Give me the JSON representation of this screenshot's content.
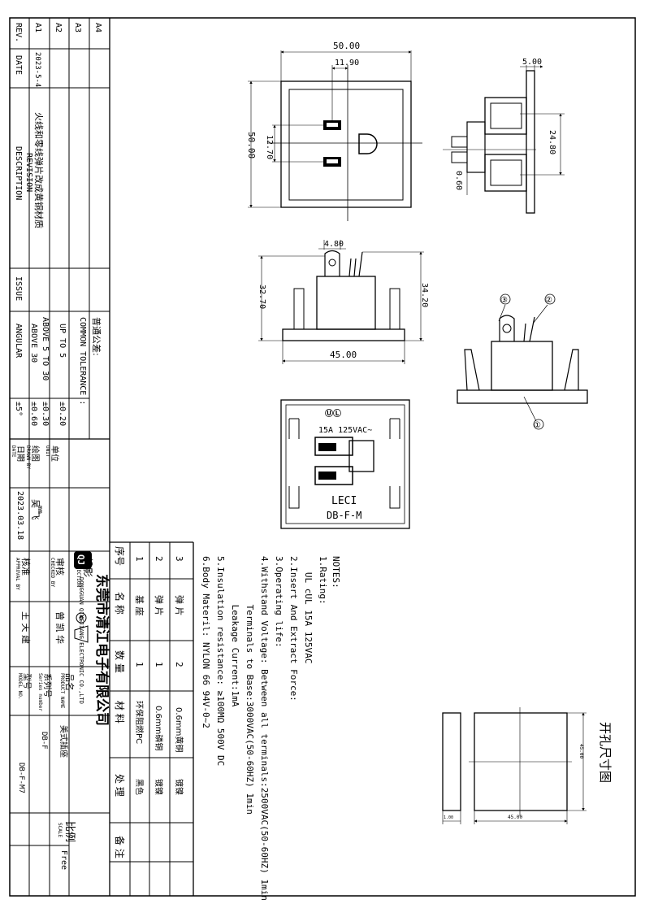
{
  "revision": {
    "rev_header": "REV.",
    "date_header": "DATE",
    "desc_header": "DESCRIPTION",
    "revision_label": "REVISION",
    "issue_label": "ISSUE",
    "rows": [
      {
        "rev": "A1",
        "date": "2023-5-4",
        "desc": "火线和零线弹片改成黄铜材质"
      },
      {
        "rev": "A2",
        "date": "",
        "desc": ""
      },
      {
        "rev": "A3",
        "date": "",
        "desc": ""
      },
      {
        "rev": "A4",
        "date": "",
        "desc": ""
      }
    ]
  },
  "tolerance": {
    "title_cn": "普通公差:",
    "title_en": "COMMON TOLERANCE :",
    "rows": [
      {
        "range": "UP TO 5",
        "value": "±0.20"
      },
      {
        "range": "ABOVE 5 TO 30",
        "value": "±0.30"
      },
      {
        "range": "ABOVE 30",
        "value": "±0.60"
      },
      {
        "range": "ANGULAR",
        "value": "±5°"
      }
    ]
  },
  "title_block": {
    "unit_cn": "单位",
    "unit_en": "UNIT",
    "unit_value": "mm",
    "drawn_cn": "绘图",
    "drawn_en": "DRAWN BY",
    "drawn_value": "吴 飞",
    "date_cn": "日期",
    "date_en": "DATE",
    "date_value": "2023.03.18",
    "projection_cn": "投影",
    "projection_en": "PROJECTION",
    "checked_cn": "审核",
    "checked_en": "CHECKED BY",
    "checked_value": "曾 凯 华",
    "approval_cn": "核准",
    "approval_en": "APPROVAL BY",
    "approval_value": "王 天 建",
    "company_cn": "东莞市清江电子有限公司",
    "company_en": "DONGGUAN QINGJIANG ELECTRONIC CO.,LTD",
    "logo_text": "QJ",
    "product_cn": "品名",
    "product_en": "PRODUCT NAME",
    "product_value": "美式插座",
    "series_cn": "系列号",
    "series_en": "Series number",
    "series_value": "DB-F",
    "model_cn": "型号",
    "model_en": "MODEL NO.",
    "model_value": "DB-F-M7",
    "scale_cn": "比例",
    "scale_en": "SCALE",
    "scale_value": "Free"
  },
  "bom": {
    "headers": [
      "序号",
      "名 称",
      "数 量",
      "材 料",
      "处 理",
      "备 注"
    ],
    "rows": [
      [
        "3",
        "弹 片",
        "2",
        "0.6mm黄铜",
        "镀镍",
        ""
      ],
      [
        "2",
        "弹 片",
        "1",
        "0.6mm磷铜",
        "镀镍",
        ""
      ],
      [
        "1",
        "基 座",
        "1",
        "环保阻燃PC",
        "黑色",
        ""
      ]
    ]
  },
  "notes": {
    "title": "NOTES:",
    "lines": [
      "1.Rating:",
      "   UL cUL 15A 125VAC",
      "2.Insert And Extract Force:",
      "3.Operating life:",
      "4.Withstand Voltage: Between all terminals:2500VAC(50-60HZ) 1min",
      "         Terminals to Base:3000VAC(50-60HZ) 1min",
      "         Leakage Current:1mA",
      "5.Insulation resistance: ≥100MΩ  500V  DC",
      "6.Body Materil: NYLON 66 94V-0~2"
    ]
  },
  "dimensions": {
    "front_width": "50.00",
    "front_height": "50.00",
    "slot_offset": "11.90",
    "slot_spacing": "12.70",
    "side_thickness": "5.00",
    "side_pin_height": "24.80",
    "side_pin_gap": "0.60",
    "bottom_tab": "4.80",
    "bottom_height_left": "32.70",
    "bottom_height_right": "34.20",
    "bottom_width": "45.00"
  },
  "callouts": [
    "③",
    "②",
    "①"
  ],
  "rear_view": {
    "rating": "15A 125VAC~",
    "brand": "LECI",
    "model": "DB-F-M"
  },
  "panel_cutout": {
    "title": "开孔尺寸图",
    "width_dim": "45.00",
    "height_dim": "45.00",
    "thick_dim": "1.00"
  }
}
